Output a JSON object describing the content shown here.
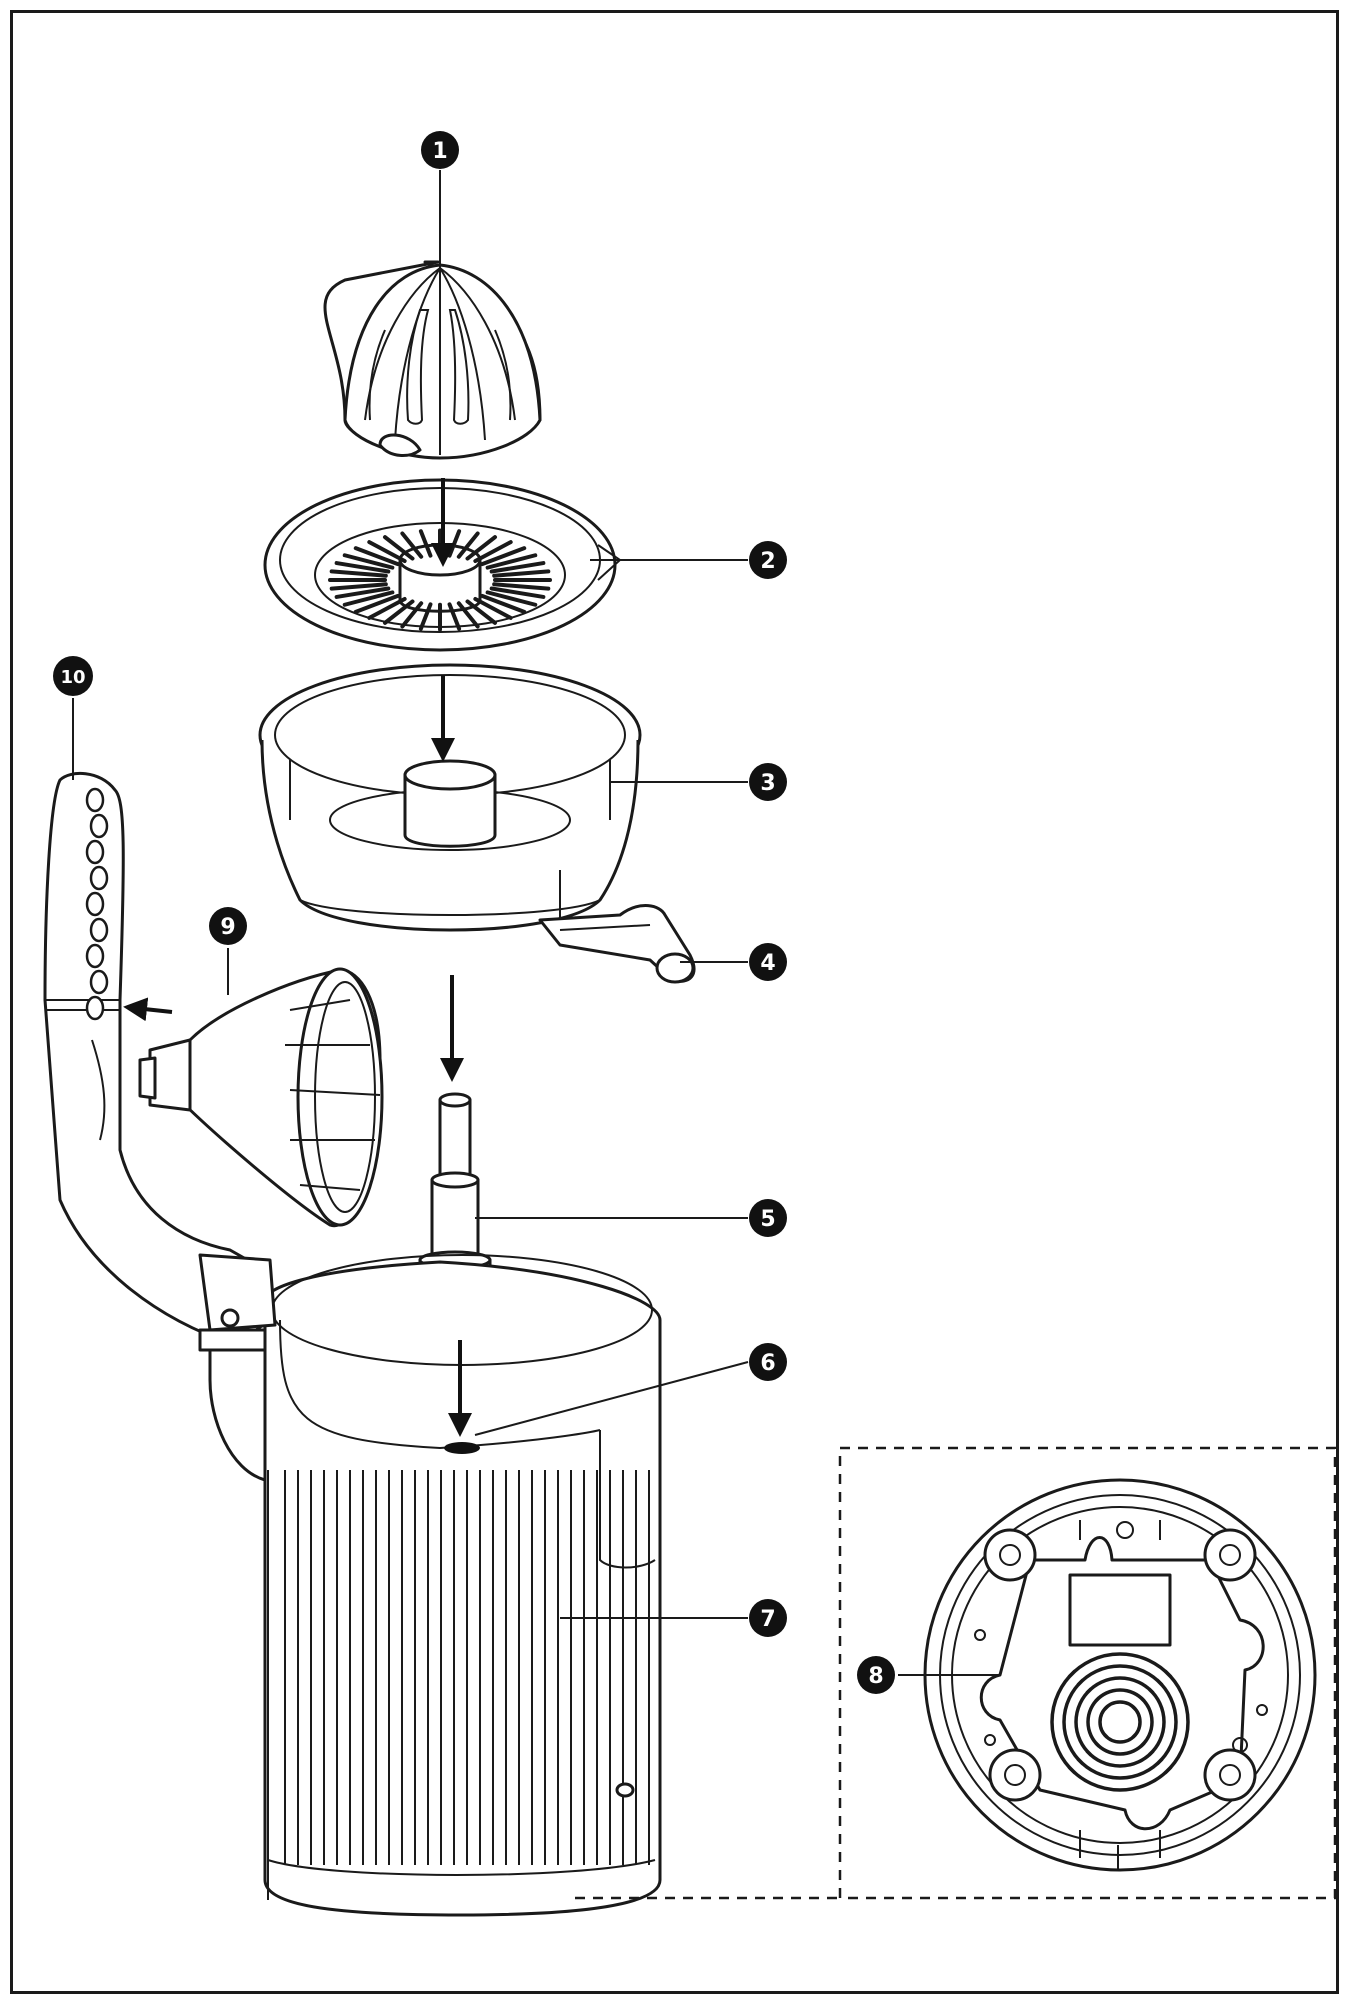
{
  "parts": [
    {
      "id": "reamer",
      "number": "1"
    },
    {
      "id": "filter-strainer",
      "number": "2"
    },
    {
      "id": "juice-container",
      "number": "3"
    },
    {
      "id": "spout",
      "number": "4"
    },
    {
      "id": "drive-shaft",
      "number": "5"
    },
    {
      "id": "motor-coupling",
      "number": "6"
    },
    {
      "id": "motor-base",
      "number": "7"
    },
    {
      "id": "base-underside",
      "number": "8"
    },
    {
      "id": "press-cone",
      "number": "9"
    },
    {
      "id": "lever-arm",
      "number": "10"
    }
  ],
  "colors": {
    "line": "#1a1a1a",
    "fill": "#ffffff",
    "badge": "#111111"
  }
}
